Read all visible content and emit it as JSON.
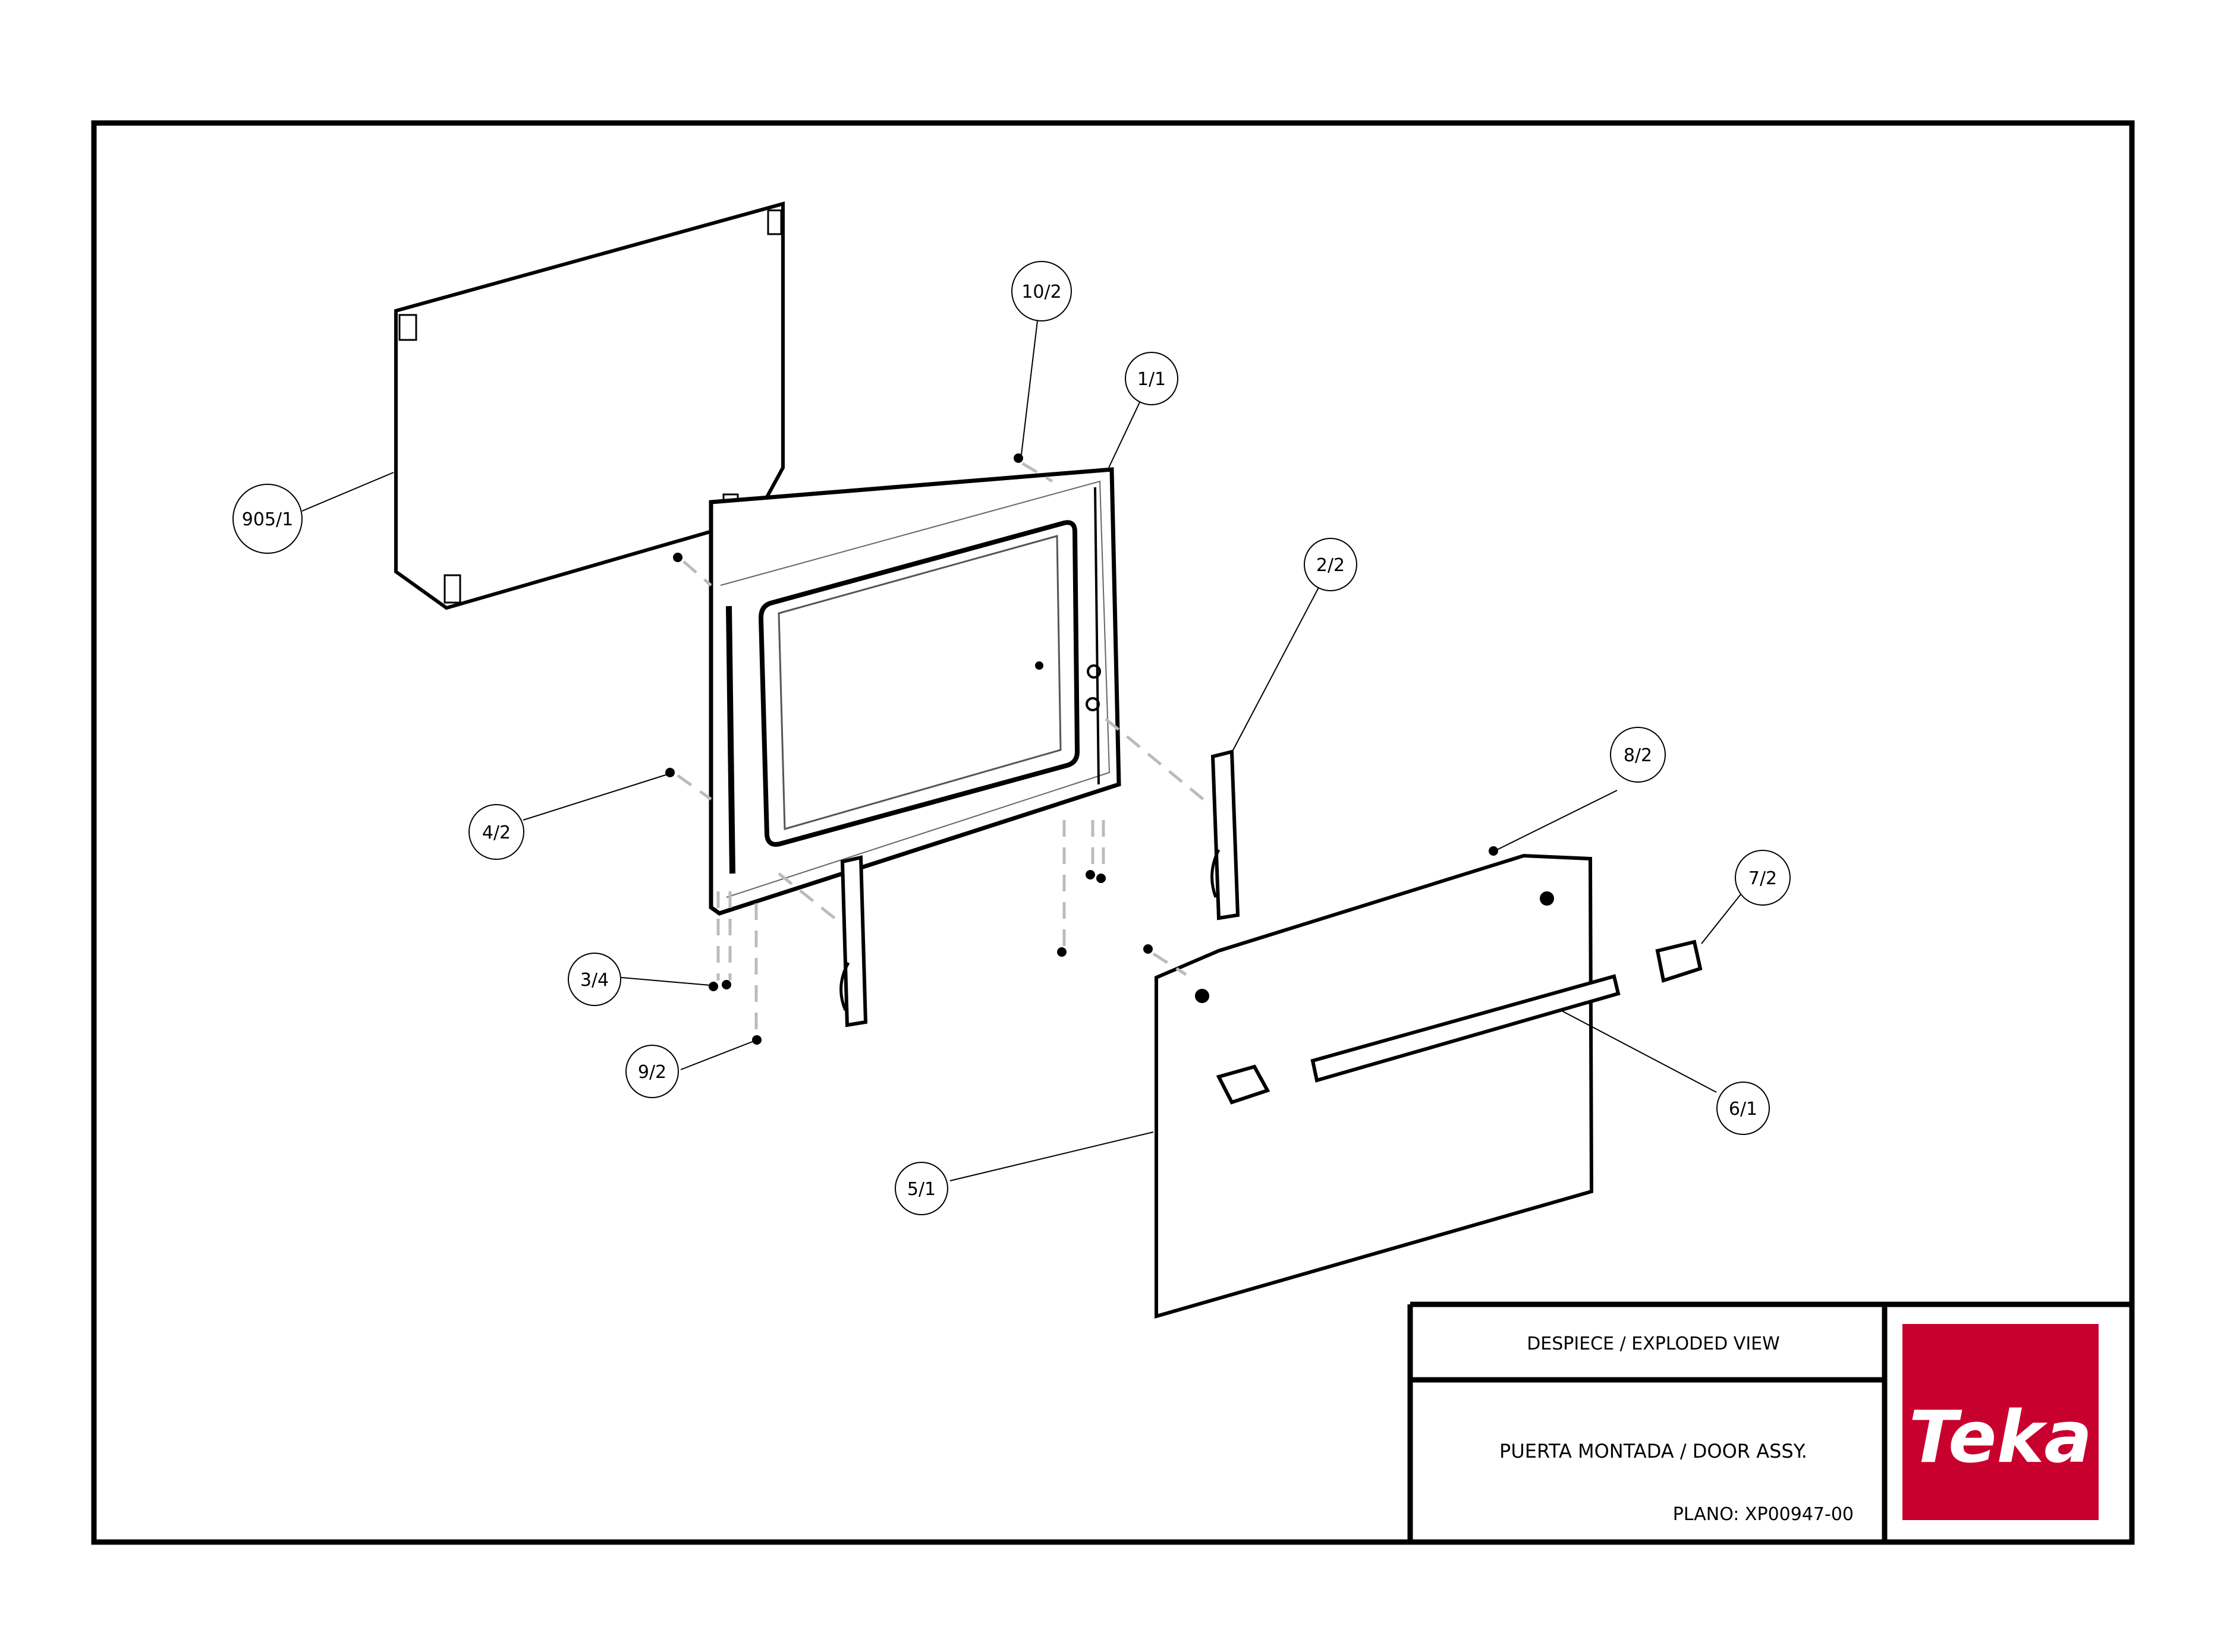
{
  "title_block": {
    "view": "DESPIECE / EXPLODED VIEW",
    "description": "PUERTA MONTADA / DOOR ASSY.",
    "plan": "PLANO: XP00947-00"
  },
  "logo": {
    "text": "Teka",
    "color": "#c8002e"
  },
  "callouts": [
    "905/1",
    "10/2",
    "1/1",
    "2/2",
    "4/2",
    "8/2",
    "7/2",
    "3/4",
    "9/2",
    "6/1",
    "5/1"
  ]
}
